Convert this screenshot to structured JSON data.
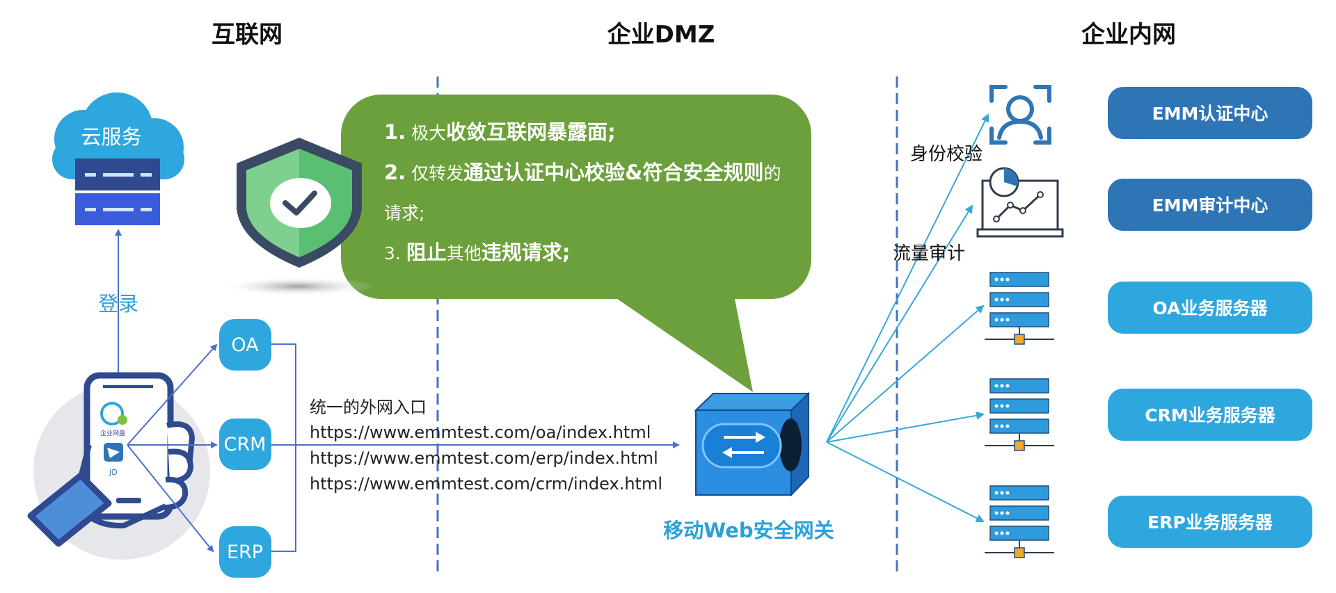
{
  "zones": {
    "internet": "互联网",
    "dmz": "企业DMZ",
    "intranet": "企业内网"
  },
  "cloud": {
    "label": "云服务"
  },
  "login_label": "登录",
  "phone_apps": [
    "OA",
    "CRM",
    "ERP"
  ],
  "phone_screen": {
    "app1_caption": "企业网盘",
    "app2_caption": "JD"
  },
  "entry": {
    "title": "统一的外网入口",
    "urls": [
      "https://www.emmtest.com/oa/index.html",
      "https://www.emmtest.com/erp/index.html",
      "https://www.emmtest.com/crm/index.html"
    ]
  },
  "bubble": {
    "line1": {
      "num": "1.",
      "plain": "极大",
      "bold": "收敛互联网暴露面;"
    },
    "line2": {
      "num": "2.",
      "plain": "仅转发",
      "bold": "通过认证中心校验&符合安全规则",
      "tail": "的请求;"
    },
    "line3": {
      "num": "3.",
      "bold1": "阻止",
      "plain": "其他",
      "bold2": "违规请求;"
    }
  },
  "gateway_label": "移动Web安全网关",
  "flow_labels": {
    "identity": "身份校验",
    "traffic": "流量审计"
  },
  "servers": [
    {
      "label": "EMM认证中心",
      "color": "#2e75b6"
    },
    {
      "label": "EMM审计中心",
      "color": "#2e75b6"
    },
    {
      "label": "OA业务服务器",
      "color": "#2ea6de"
    },
    {
      "label": "CRM业务服务器",
      "color": "#2ea6de"
    },
    {
      "label": "ERP业务服务器",
      "color": "#2ea6de"
    }
  ],
  "colors": {
    "bubble_green": "#6ca03c",
    "divider_blue": "#4472c4",
    "arrow_blue": "#4a70c8",
    "fan_blue": "#35a7dc",
    "app_blue": "#2ea6de"
  }
}
